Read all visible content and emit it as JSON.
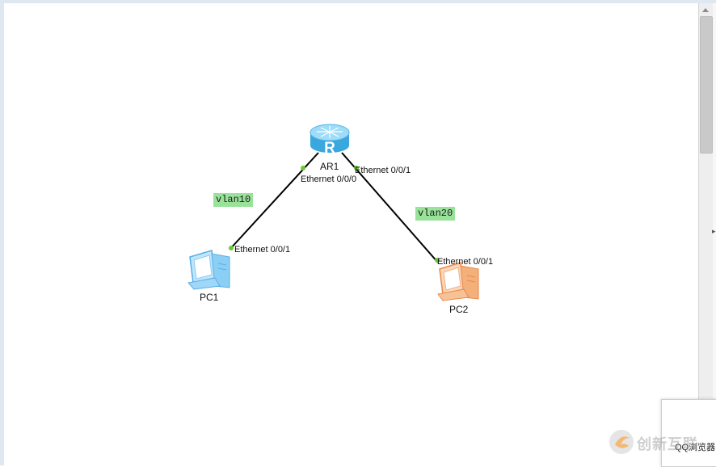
{
  "topology": {
    "devices": {
      "router": {
        "name": "AR1"
      },
      "pc1": {
        "name": "PC1"
      },
      "pc2": {
        "name": "PC2"
      }
    },
    "ports": {
      "ar1_left": "Ethernet 0/0/0",
      "ar1_right": "Ethernet 0/0/1",
      "pc1": "Ethernet 0/0/1",
      "pc2": "Ethernet 0/0/1"
    },
    "vlans": {
      "left": "vlan10",
      "right": "vlan20"
    }
  },
  "popup": {
    "text": "QQ浏览器"
  },
  "watermark": {
    "logo_text": "创新互联",
    "logo_icon": "brand-swirl-icon"
  },
  "colors": {
    "link": "#000000",
    "port_dot": "#66cc33",
    "vlan_bg": "#99e299",
    "router": "#5cc0ec",
    "pc1": "#7fc6f4",
    "pc2": "#f2a66b"
  }
}
